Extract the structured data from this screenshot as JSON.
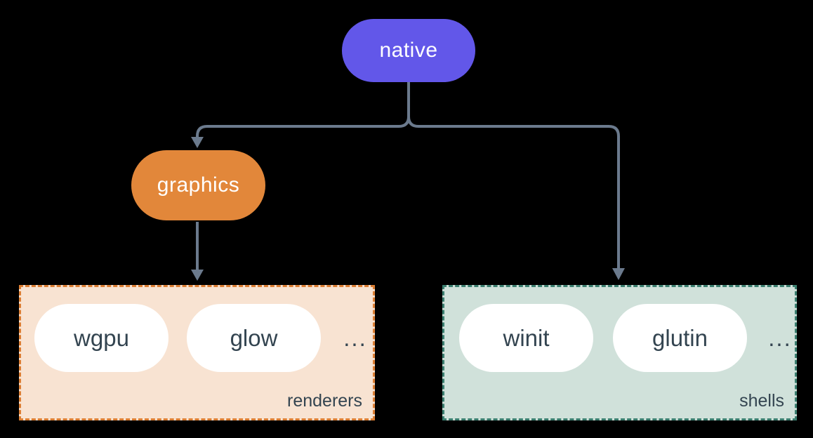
{
  "colors": {
    "canvas-bg": "#000000",
    "native-bg": "#6257e9",
    "graphics-bg": "#e2873a",
    "renderers-bg": "#f8e3d2",
    "renderers-border": "#dc7e33",
    "shells-bg": "#d0e1da",
    "shells-border": "#3b7f70",
    "pill-bg": "#ffffff",
    "pill-text": "#334450",
    "node-text": "#ffffff",
    "connector": "#6b7a8d"
  },
  "nodes": {
    "native": {
      "label": "native"
    },
    "graphics": {
      "label": "graphics"
    }
  },
  "groups": {
    "renderers": {
      "label": "renderers",
      "items": [
        "wgpu",
        "glow"
      ],
      "ellipsis": "..."
    },
    "shells": {
      "label": "shells",
      "items": [
        "winit",
        "glutin"
      ],
      "ellipsis": "..."
    }
  }
}
